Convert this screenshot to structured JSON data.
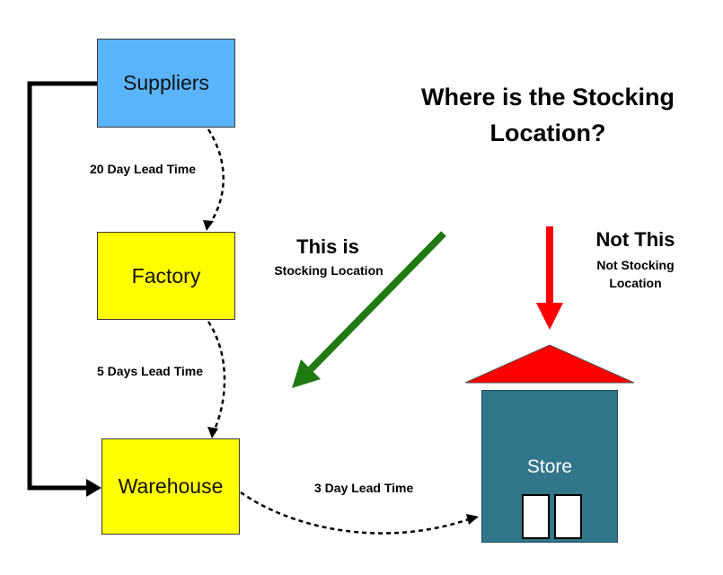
{
  "title": "Where is the Stocking Location?",
  "nodes": {
    "suppliers": "Suppliers",
    "factory": "Factory",
    "warehouse": "Warehouse",
    "store": "Store"
  },
  "lead_times": {
    "suppliers_to_factory": "20 Day Lead Time",
    "factory_to_warehouse": "5 Days Lead Time",
    "warehouse_to_store": "3 Day Lead Time"
  },
  "callouts": {
    "this": {
      "title": "This is",
      "subtitle": "Stocking Location",
      "color": "#1f7a12"
    },
    "not": {
      "title": "Not This",
      "subtitle": "Not Stocking Location",
      "color": "#ff0000"
    }
  },
  "colors": {
    "suppliers": "#5ab4fc",
    "factory": "#ffff00",
    "warehouse": "#ffff00",
    "store": "#31768a",
    "roof": "#ff0000"
  }
}
